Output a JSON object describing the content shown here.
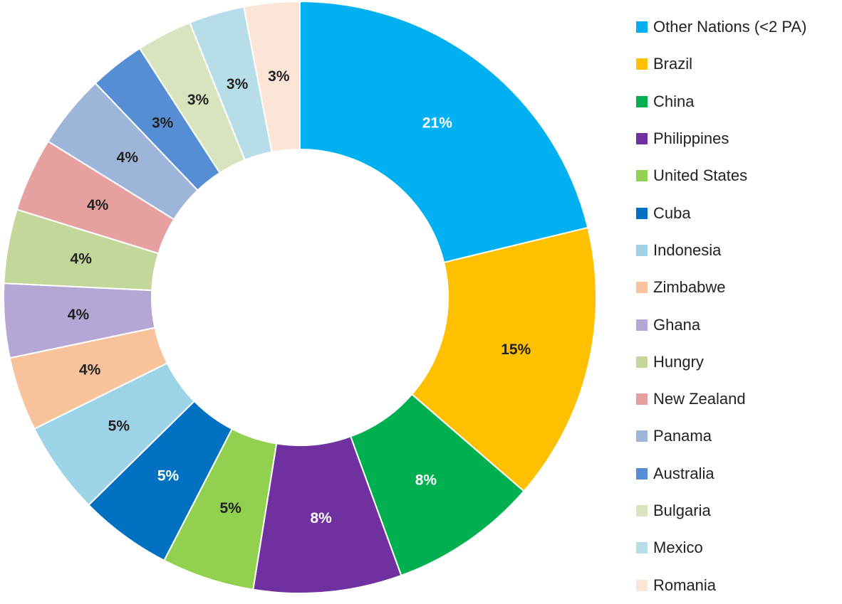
{
  "chart_data": {
    "type": "pie",
    "variant": "donut",
    "legend_position": "right",
    "categories": [
      "Other Nations (<2 PA)",
      "Brazil",
      "China",
      "Philippines",
      "United States",
      "Cuba",
      "Indonesia",
      "Zimbabwe",
      "Ghana",
      "Hungry",
      "New Zealand",
      "Panama",
      "Australia",
      "Bulgaria",
      "Mexico",
      "Romania"
    ],
    "values": [
      21,
      15,
      8,
      8,
      5,
      5,
      5,
      4,
      4,
      4,
      4,
      4,
      3,
      3,
      3,
      3
    ],
    "value_labels": [
      "21%",
      "15%",
      "8%",
      "8%",
      "5%",
      "5%",
      "5%",
      "4%",
      "4%",
      "4%",
      "4%",
      "4%",
      "3%",
      "3%",
      "3%",
      "3%"
    ],
    "colors": [
      "#00b0f0",
      "#ffc000",
      "#00b050",
      "#7030a0",
      "#92d050",
      "#0070c0",
      "#9dd3e6",
      "#f8c39a",
      "#b4a7d6",
      "#c4d79b",
      "#e6a0a0",
      "#9db5d9",
      "#558ed5",
      "#d7e4bd",
      "#b7dee8",
      "#fce4d6"
    ],
    "label_colors": [
      "#ffffff",
      "#222222",
      "#ffffff",
      "#ffffff",
      "#222222",
      "#ffffff",
      "#222222",
      "#222222",
      "#222222",
      "#222222",
      "#222222",
      "#222222",
      "#222222",
      "#222222",
      "#222222",
      "#222222"
    ]
  }
}
